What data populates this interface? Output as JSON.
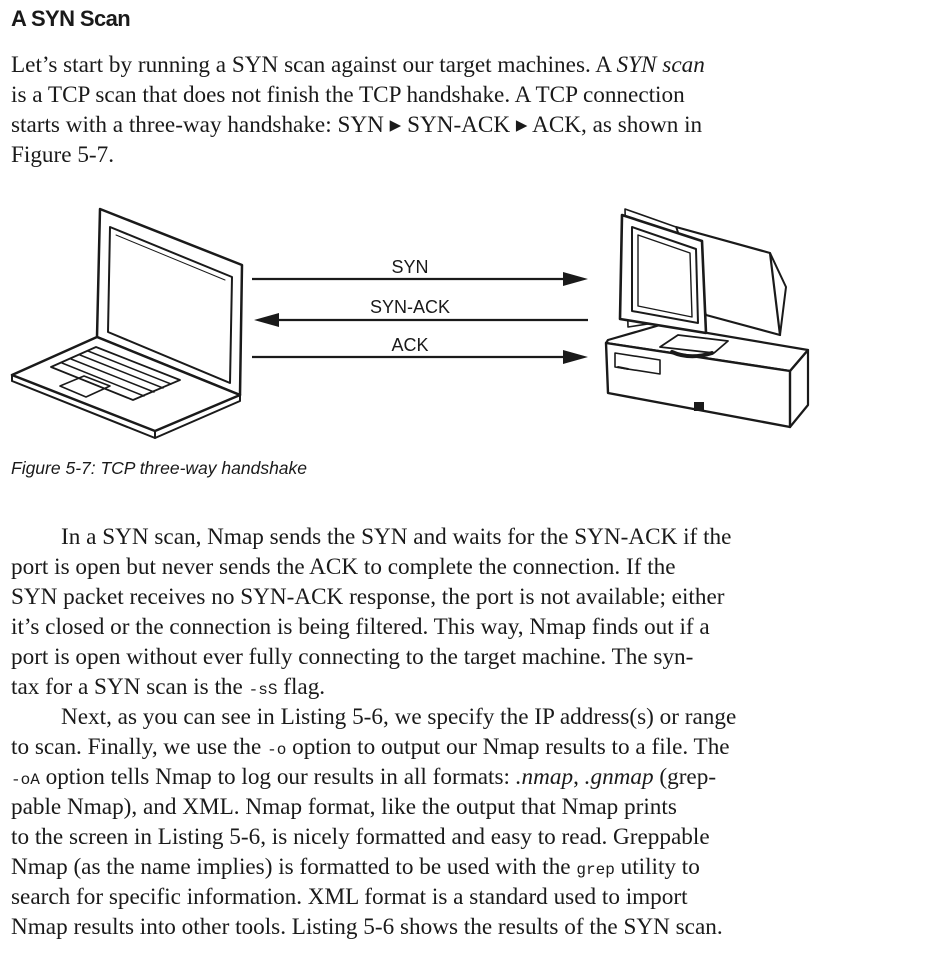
{
  "section": {
    "heading": "A SYN Scan"
  },
  "intro": {
    "lines": [
      [
        "Let’s start by running a SYN scan against our target machines. A ",
        {
          "em": "SYN scan"
        }
      ],
      [
        "is a TCP scan that does not finish the TCP handshake. A TCP connection"
      ],
      [
        "starts with a three-way handshake: SYN ▸ SYN-ACK ▸ ACK, as shown in"
      ],
      [
        "Figure 5-7."
      ]
    ]
  },
  "figure": {
    "labels": {
      "syn": "SYN",
      "syn_ack": "SYN-ACK",
      "ack": "ACK"
    },
    "caption": "Figure 5-7: TCP three-way handshake"
  },
  "body": {
    "lines": [
      {
        "indent": true,
        "parts": [
          "In a SYN scan, Nmap sends the SYN and waits for the SYN-ACK if the"
        ]
      },
      {
        "indent": false,
        "parts": [
          "port is open but never sends the ACK to complete the connection. If the"
        ]
      },
      {
        "indent": false,
        "parts": [
          "SYN packet receives no SYN-ACK response, the port is not available; either"
        ]
      },
      {
        "indent": false,
        "parts": [
          "it’s closed or the connection is being filtered. This way, Nmap finds out if a"
        ]
      },
      {
        "indent": false,
        "parts": [
          "port is open without ever fully connecting to the target machine. The syn-"
        ]
      },
      {
        "indent": false,
        "parts": [
          "tax for a SYN scan is the ",
          {
            "code": "-sS"
          },
          " flag."
        ]
      },
      {
        "indent": true,
        "parts": [
          "Next, as you can see in Listing 5-6, we specify the IP address(s) or range"
        ]
      },
      {
        "indent": false,
        "parts": [
          "to scan. Finally, we use the ",
          {
            "code": "-o"
          },
          " option to output our Nmap results to a file. The"
        ]
      },
      {
        "indent": false,
        "parts": [
          {
            "code": "-oA"
          },
          " option tells Nmap to log our results in all formats: ",
          {
            "em": ".nmap"
          },
          ", ",
          {
            "em": ".gnmap"
          },
          " (grep-"
        ]
      },
      {
        "indent": false,
        "parts": [
          "pable Nmap), and XML. Nmap format, like the output that Nmap prints"
        ]
      },
      {
        "indent": false,
        "parts": [
          "to the screen in Listing 5-6, is nicely formatted and easy to read. Greppable"
        ]
      },
      {
        "indent": false,
        "parts": [
          "Nmap (as the name implies) is formatted to be used with the ",
          {
            "code": "grep"
          },
          " utility to"
        ]
      },
      {
        "indent": false,
        "parts": [
          "search for specific information. XML format is a standard used to import"
        ]
      },
      {
        "indent": false,
        "parts": [
          "Nmap results into other tools. Listing 5-6 shows the results of the SYN scan."
        ]
      }
    ]
  }
}
